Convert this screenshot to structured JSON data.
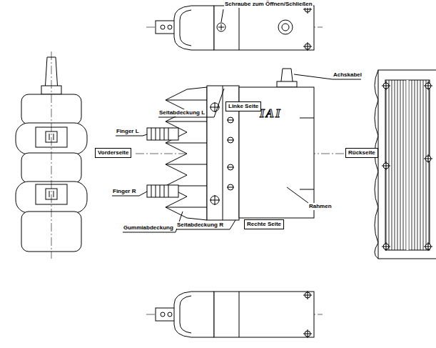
{
  "diagram": {
    "nodes": [
      {
        "text": [
          "Linke Seite"
        ]
      },
      {
        "text": [
          "Vorderseite"
        ]
      },
      {
        "text": [
          "Rückseite"
        ]
      },
      {
        "text": [
          "Rechte Seite"
        ]
      }
    ],
    "labels": [
      "Schraube zum Öffnen/Schließen",
      "Achskabel",
      "Seitabdeckung L",
      "IAI",
      "Finger L",
      "Finger R",
      "Rahmen",
      "Gummiabdeckung",
      "Seitabdeckung R"
    ]
  }
}
